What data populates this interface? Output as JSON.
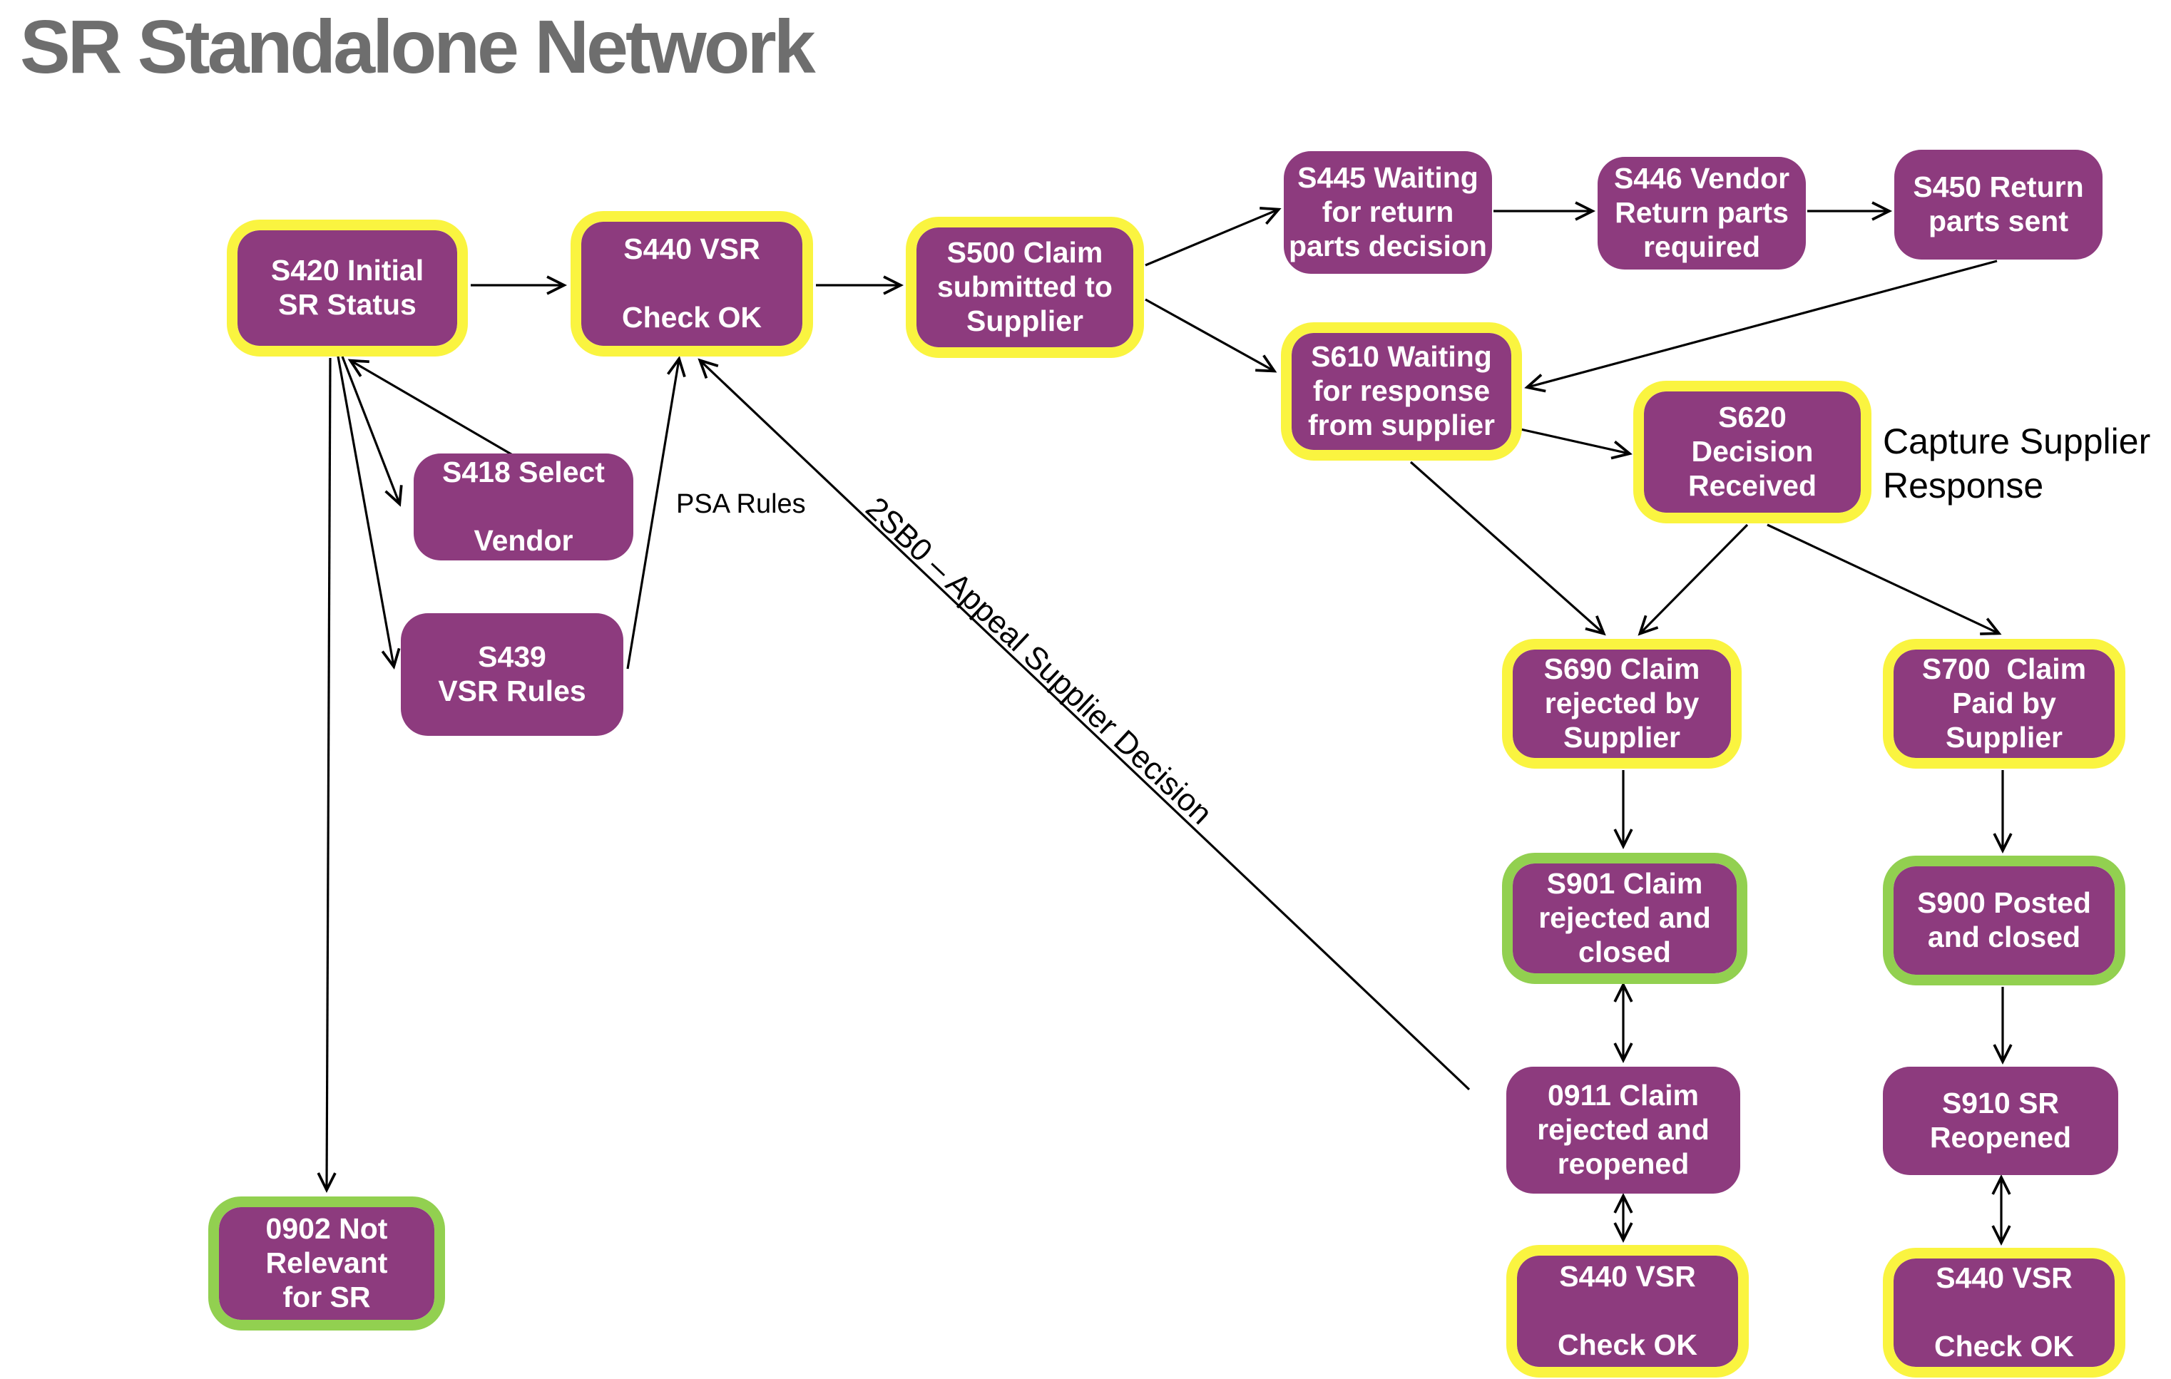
{
  "title": "SR Standalone Network",
  "colors": {
    "node_fill": "#8D3B7E",
    "yellow_border": "#FAF440",
    "green_border": "#92D050",
    "title_gray": "#6E6E6E",
    "arrow": "#000000"
  },
  "nodes": [
    {
      "id": "s420",
      "label": "S420 Initial\nSR Status",
      "border": "yellow"
    },
    {
      "id": "s440",
      "label": "S440 VSR\n\nCheck OK",
      "border": "yellow"
    },
    {
      "id": "s500",
      "label": "S500 Claim\nsubmitted to\nSupplier",
      "border": "yellow"
    },
    {
      "id": "s445",
      "label": "S445 Waiting\nfor return\nparts decision",
      "border": "none"
    },
    {
      "id": "s446",
      "label": "S446 Vendor\nReturn parts\nrequired",
      "border": "none"
    },
    {
      "id": "s450",
      "label": "S450 Return\nparts sent",
      "border": "none"
    },
    {
      "id": "s610",
      "label": "S610 Waiting\nfor response\nfrom supplier",
      "border": "yellow"
    },
    {
      "id": "s620",
      "label": "S620\nDecision\nReceived",
      "border": "yellow"
    },
    {
      "id": "s690",
      "label": "S690 Claim\nrejected by\nSupplier",
      "border": "yellow"
    },
    {
      "id": "s700",
      "label": "S700  Claim\nPaid by\nSupplier",
      "border": "yellow"
    },
    {
      "id": "s901",
      "label": "S901 Claim\nrejected and\nclosed",
      "border": "green"
    },
    {
      "id": "s900",
      "label": "S900 Posted\nand closed",
      "border": "green"
    },
    {
      "id": "s0911",
      "label": "0911 Claim\nrejected and\nreopened",
      "border": "none"
    },
    {
      "id": "s910",
      "label": "S910 SR\nReopened",
      "border": "none"
    },
    {
      "id": "s440b",
      "label": "S440 VSR\n\nCheck OK",
      "border": "yellow"
    },
    {
      "id": "s440c",
      "label": "S440 VSR\n\nCheck OK",
      "border": "yellow"
    },
    {
      "id": "s0902",
      "label": "0902 Not\nRelevant\nfor SR",
      "border": "green"
    }
  ],
  "annotations": {
    "capture_supplier_response": "Capture Supplier\nResponse",
    "psa_rules": "PSA Rules",
    "appeal_label": "2SB0 – Appeal Supplier Decision"
  },
  "edges": [
    {
      "from": "s420",
      "to": "s440",
      "bidirectional": false,
      "label": ""
    },
    {
      "from": "s440",
      "to": "s500",
      "bidirectional": false,
      "label": ""
    },
    {
      "from": "s500",
      "to": "s445",
      "bidirectional": false,
      "label": ""
    },
    {
      "from": "s500",
      "to": "s610",
      "bidirectional": false,
      "label": ""
    },
    {
      "from": "s445",
      "to": "s446",
      "bidirectional": false,
      "label": ""
    },
    {
      "from": "s446",
      "to": "s450",
      "bidirectional": false,
      "label": ""
    },
    {
      "from": "s450",
      "to": "s610",
      "bidirectional": false,
      "label": ""
    },
    {
      "from": "s610",
      "to": "s620",
      "bidirectional": false,
      "label": ""
    },
    {
      "from": "s610",
      "to": "s690",
      "bidirectional": false,
      "label": ""
    },
    {
      "from": "s620",
      "to": "s690",
      "bidirectional": false,
      "label": ""
    },
    {
      "from": "s620",
      "to": "s700",
      "bidirectional": false,
      "label": ""
    },
    {
      "from": "s690",
      "to": "s901",
      "bidirectional": false,
      "label": ""
    },
    {
      "from": "s901",
      "to": "s0911",
      "bidirectional": true,
      "label": ""
    },
    {
      "from": "s0911",
      "to": "s440b",
      "bidirectional": true,
      "label": ""
    },
    {
      "from": "s700",
      "to": "s900",
      "bidirectional": false,
      "label": ""
    },
    {
      "from": "s900",
      "to": "s910",
      "bidirectional": false,
      "label": ""
    },
    {
      "from": "s910",
      "to": "s440c",
      "bidirectional": true,
      "label": ""
    },
    {
      "from": "s420",
      "to": "s418",
      "bidirectional": false,
      "label": ""
    },
    {
      "from": "s418",
      "to": "s420",
      "bidirectional": false,
      "label": ""
    },
    {
      "from": "s420",
      "to": "s439",
      "bidirectional": false,
      "label": ""
    },
    {
      "from": "s439",
      "to": "s440",
      "bidirectional": false,
      "label": "PSA Rules"
    },
    {
      "from": "s0911",
      "to": "s440",
      "bidirectional": false,
      "label": "2SB0 – Appeal Supplier Decision"
    },
    {
      "from": "s420",
      "to": "s0902",
      "bidirectional": false,
      "label": ""
    }
  ],
  "extra_nodes": [
    {
      "id": "s418",
      "label": "S418 Select\n\nVendor",
      "border": "none"
    },
    {
      "id": "s439",
      "label": "S439\nVSR Rules",
      "border": "none"
    }
  ]
}
